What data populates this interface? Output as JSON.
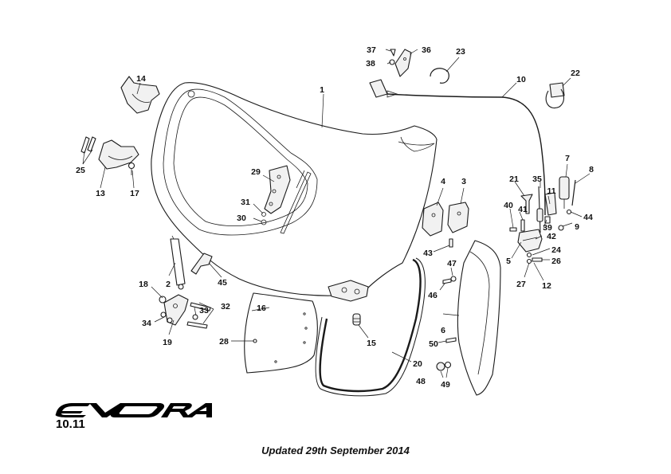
{
  "brand": {
    "logo_text": "EVORA"
  },
  "section_number": "10.11",
  "footer_text": "Updated 29th September 2014",
  "callouts": {
    "c1": "1",
    "c2": "2",
    "c3": "3",
    "c4": "4",
    "c5": "5",
    "c6": "6",
    "c7": "7",
    "c8": "8",
    "c9": "9",
    "c10": "10",
    "c11": "11",
    "c12": "12",
    "c13": "13",
    "c14": "14",
    "c15": "15",
    "c16": "16",
    "c17": "17",
    "c18": "18",
    "c19": "19",
    "c20": "20",
    "c21": "21",
    "c22": "22",
    "c23": "23",
    "c24": "24",
    "c25": "25",
    "c26": "26",
    "c27": "27",
    "c28": "28",
    "c29": "29",
    "c30": "30",
    "c31": "31",
    "c32": "32",
    "c33": "33",
    "c34": "34",
    "c35": "35",
    "c36": "36",
    "c37": "37",
    "c38": "38",
    "c39": "39",
    "c40": "40",
    "c41": "41",
    "c42": "42",
    "c43": "43",
    "c44": "44",
    "c45": "45",
    "c46": "46",
    "c47": "47",
    "c48": "48",
    "c49": "49",
    "c50": "50"
  }
}
